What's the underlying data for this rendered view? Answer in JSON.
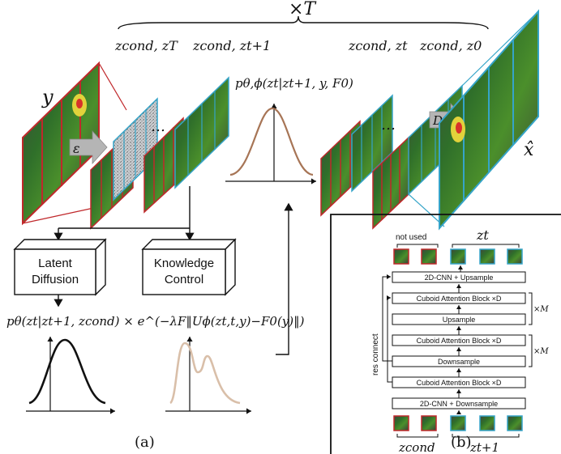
{
  "top": {
    "repeat": "×T"
  },
  "labels": {
    "y": "y",
    "x_hat": "x̂",
    "encoder": "ε",
    "decoder": "D",
    "dots_left": "…",
    "dots_right": "…",
    "z_cond_T": "zcond, zT",
    "z_cond_t1": "zcond, zt+1",
    "z_cond_t": "zcond, zt",
    "z_cond_0": "zcond, z0",
    "p_joint": "pθ,ϕ(zt|zt+1, y, F0)",
    "p_latent": "pθ(zt|zt+1, zcond) × e^(−λF‖Uϕ(zt,t,y)−F0(y)‖)"
  },
  "boxes": {
    "latent_diffusion": [
      "Latent",
      "Diffusion"
    ],
    "knowledge_control": [
      "Knowledge",
      "Control"
    ]
  },
  "captions": {
    "a": "(a)",
    "b": "(b)"
  },
  "network": {
    "not_used": "not used",
    "zt_top": "zt",
    "z_cond_bottom": "zcond",
    "z_t1_bottom": "zt+1",
    "res_connect": "res connect",
    "layers": [
      "2D-CNN + Upsample",
      "Cuboid Attention Block ×D",
      "Upsample",
      "Cuboid Attention Block ×D",
      "Downsample",
      "Cuboid Attention Block ×D",
      "2D-CNN + Downsample"
    ],
    "times_m_upper": "×M",
    "times_m_lower": "×M"
  },
  "colors": {
    "red_frame": "#c0282b",
    "blue_frame": "#35a4c8",
    "curve_dark": "#111111",
    "curve_brown": "#a77556",
    "curve_beige": "#d9bfa9",
    "arrow_grey": "#b5b5b5"
  }
}
